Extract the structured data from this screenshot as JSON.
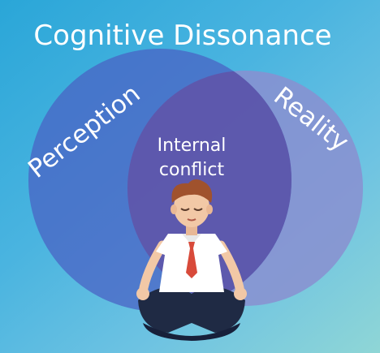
{
  "title": "Cognitive Dissonance",
  "circles": {
    "left": {
      "label": "Perception"
    },
    "right": {
      "label": "Reality"
    },
    "overlap": {
      "label_line1": "Internal",
      "label_line2": "conflict"
    }
  },
  "colors": {
    "left_circle": "#4a63c4",
    "right_circle": "#8a8fd0",
    "overlap": "#5e55a8",
    "text": "#ffffff",
    "shirt": "#ffffff",
    "tie": "#d84a3a",
    "hair": "#a0522d",
    "pants": "#1f2a44",
    "skin": "#f2c8a6"
  },
  "figure": {
    "description_icon": "meditating-man-icon"
  }
}
